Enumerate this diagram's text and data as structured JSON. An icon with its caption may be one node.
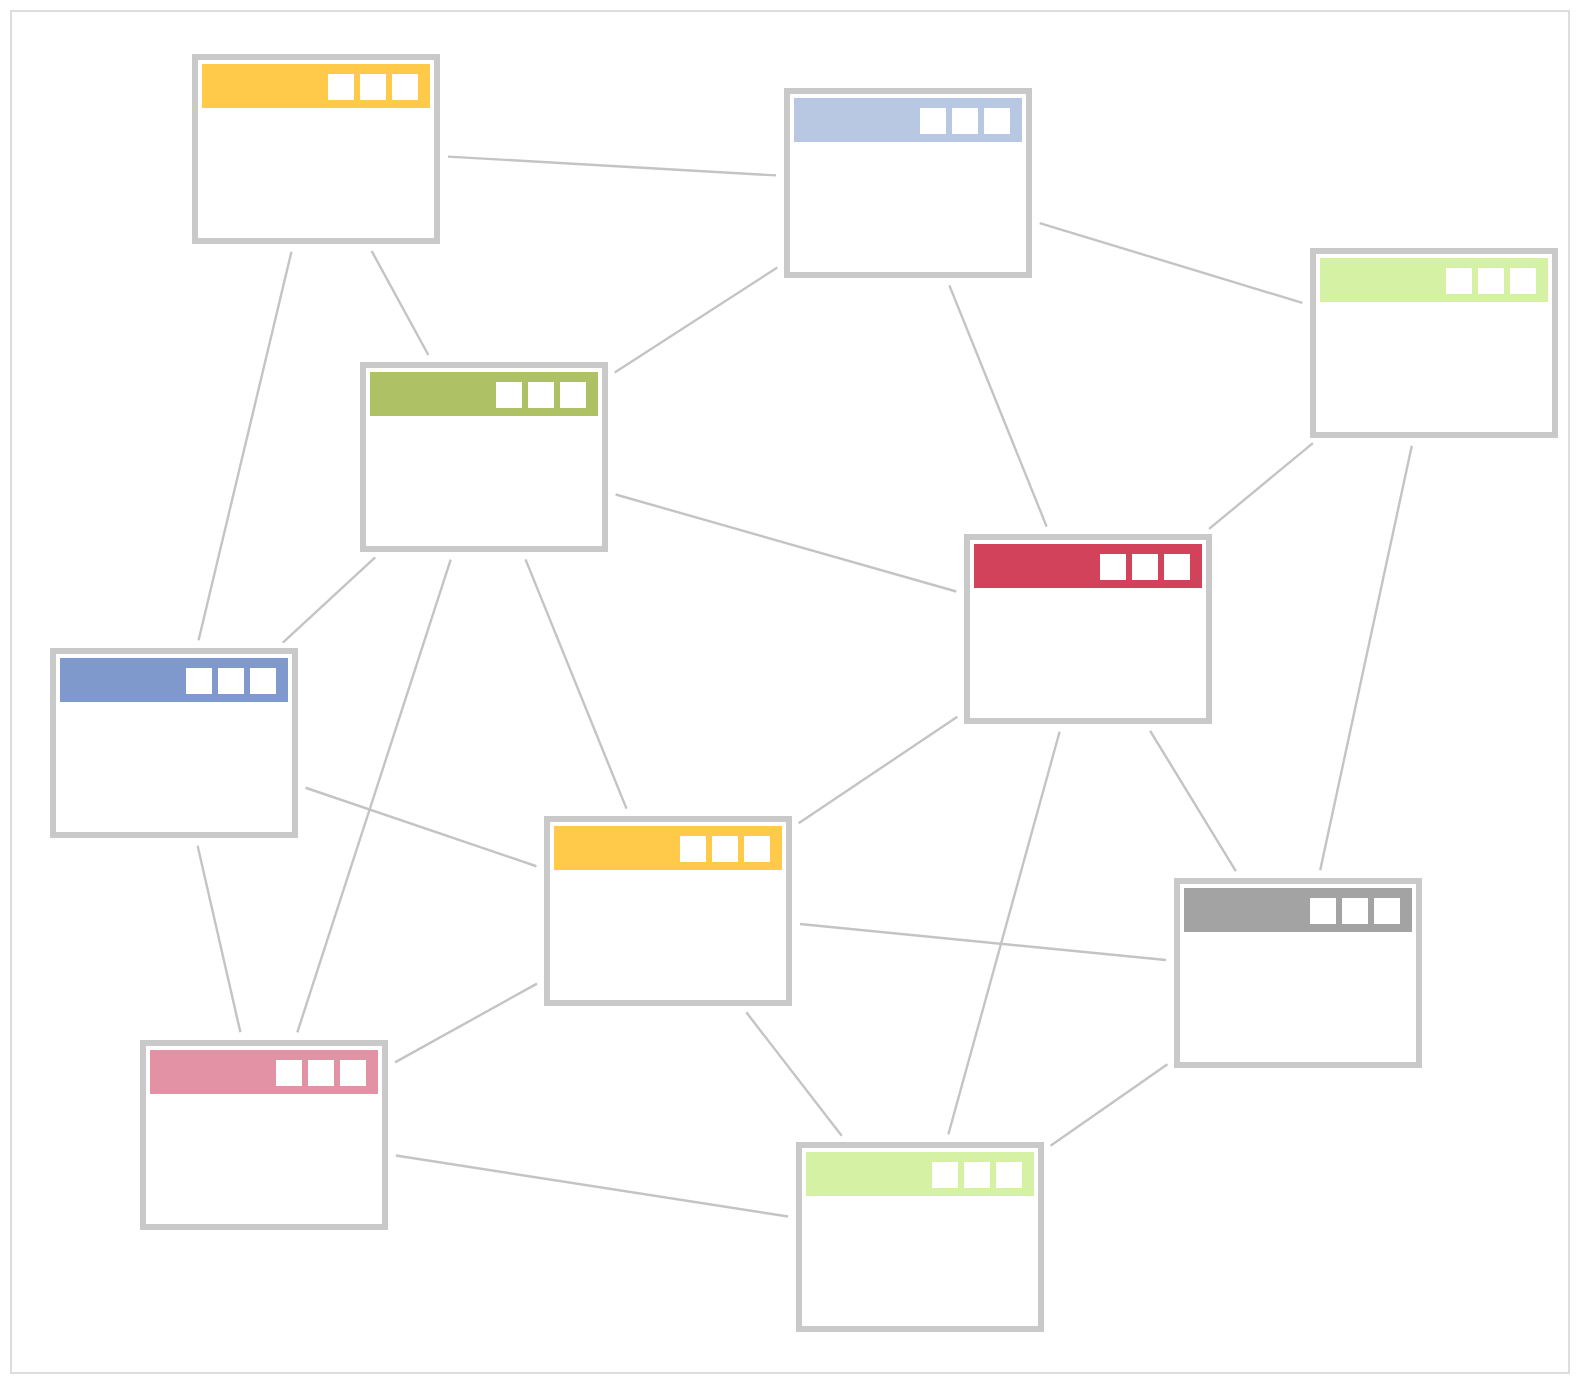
{
  "diagram": {
    "nodes": [
      {
        "text": [],
        "shape": "box"
      },
      {
        "text": [],
        "shape": "box"
      },
      {
        "text": [],
        "shape": "box"
      },
      {
        "text": [],
        "shape": "box"
      },
      {
        "text": [],
        "shape": "box"
      },
      {
        "text": [],
        "shape": "box"
      },
      {
        "text": [],
        "shape": "box"
      },
      {
        "text": [],
        "shape": "box"
      },
      {
        "text": [],
        "shape": "box"
      },
      {
        "text": [],
        "shape": "box"
      }
    ],
    "edges": [
      {
        "from": 0,
        "to": 1,
        "arrow": "none"
      },
      {
        "from": 0,
        "to": 3,
        "arrow": "none"
      },
      {
        "from": 0,
        "to": 5,
        "arrow": "none"
      },
      {
        "from": 1,
        "to": 3,
        "arrow": "none"
      },
      {
        "from": 1,
        "to": 2,
        "arrow": "none"
      },
      {
        "from": 1,
        "to": 4,
        "arrow": "none"
      },
      {
        "from": 2,
        "to": 4,
        "arrow": "none"
      },
      {
        "from": 2,
        "to": 7,
        "arrow": "none"
      },
      {
        "from": 3,
        "to": 4,
        "arrow": "none"
      },
      {
        "from": 3,
        "to": 5,
        "arrow": "none"
      },
      {
        "from": 3,
        "to": 8,
        "arrow": "none"
      },
      {
        "from": 3,
        "to": 6,
        "arrow": "none"
      },
      {
        "from": 4,
        "to": 6,
        "arrow": "none"
      },
      {
        "from": 4,
        "to": 7,
        "arrow": "none"
      },
      {
        "from": 4,
        "to": 9,
        "arrow": "none"
      },
      {
        "from": 5,
        "to": 6,
        "arrow": "none"
      },
      {
        "from": 5,
        "to": 8,
        "arrow": "none"
      },
      {
        "from": 6,
        "to": 7,
        "arrow": "none"
      },
      {
        "from": 6,
        "to": 8,
        "arrow": "none"
      },
      {
        "from": 6,
        "to": 9,
        "arrow": "none"
      },
      {
        "from": 7,
        "to": 9,
        "arrow": "none"
      },
      {
        "from": 8,
        "to": 9,
        "arrow": "none"
      }
    ]
  }
}
